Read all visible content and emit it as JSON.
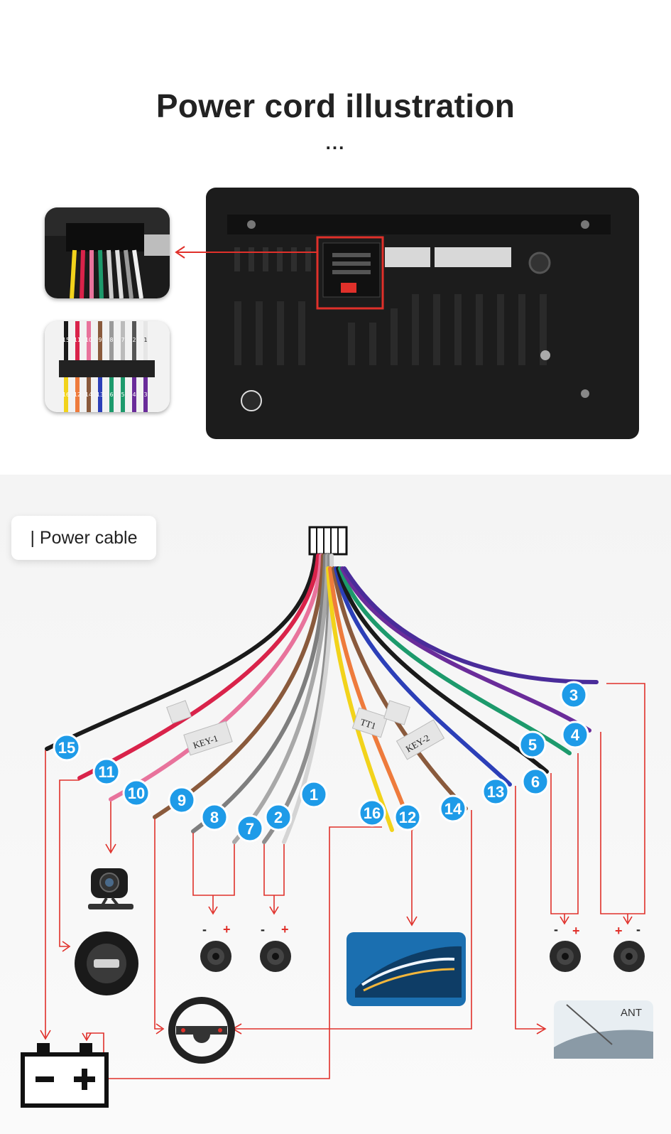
{
  "header": {
    "title": "Power cord illustration",
    "dots": "..."
  },
  "power_cable": {
    "label": "| Power cable",
    "badges": [
      "1",
      "2",
      "3",
      "4",
      "5",
      "6",
      "7",
      "8",
      "9",
      "10",
      "11",
      "12",
      "13",
      "14",
      "15",
      "16"
    ],
    "tags": [
      "KEY-1",
      "KEY-2",
      "TT1"
    ],
    "ant_label": "ANT",
    "connector_numbers_top": [
      "15",
      "11",
      "10",
      "9",
      "8",
      "7",
      "2",
      "1"
    ],
    "connector_numbers_bottom": [
      "16",
      "12",
      "14",
      "13",
      "6",
      "5",
      "4",
      "3"
    ]
  },
  "colors": {
    "accent_red": "#e0302a",
    "badge_blue": "#1e9be8",
    "wire_black": "#1a1a1a",
    "wire_red": "#d9234a",
    "wire_pink": "#e8739c",
    "wire_brown": "#8a5a3c",
    "wire_gray": "#9a9a9a",
    "wire_white": "#dcdcdc",
    "wire_yellow": "#f2d31b",
    "wire_orange": "#ee7b3c",
    "wire_blue": "#2c3fb8",
    "wire_green": "#1d9a6c",
    "wire_purple": "#6a2c9a"
  }
}
